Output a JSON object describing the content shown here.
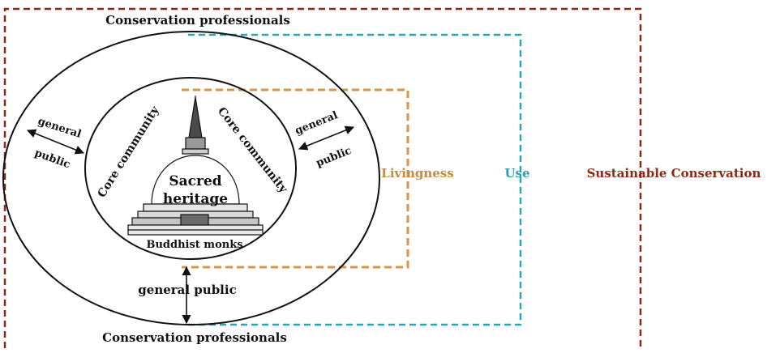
{
  "diagram": {
    "top_label": "Conservation professionals",
    "bottom_label": "Conservation professionals",
    "general_public_left_line1": "general",
    "general_public_left_line2": "public",
    "general_public_right_line1": "general",
    "general_public_right_line2": "public",
    "general_public_bottom": "general public",
    "core_community_left": "Core community",
    "core_community_right": "Core community",
    "sacred_line1": "Sacred",
    "sacred_line2": "heritage",
    "monks": "Buddhist monks",
    "livingness": "Livingness",
    "use": "Use",
    "sustainable": "Sustainable Conservation",
    "stupa_icon": "stupa-icon",
    "colors": {
      "outline": "#111111",
      "livingness": "#d9944a",
      "use": "#2aa7b4",
      "sustainable": "#8b2a14",
      "livingness_text": "#c58a3e",
      "use_text": "#2a9fb0",
      "sustainable_text": "#8b2a14"
    }
  }
}
